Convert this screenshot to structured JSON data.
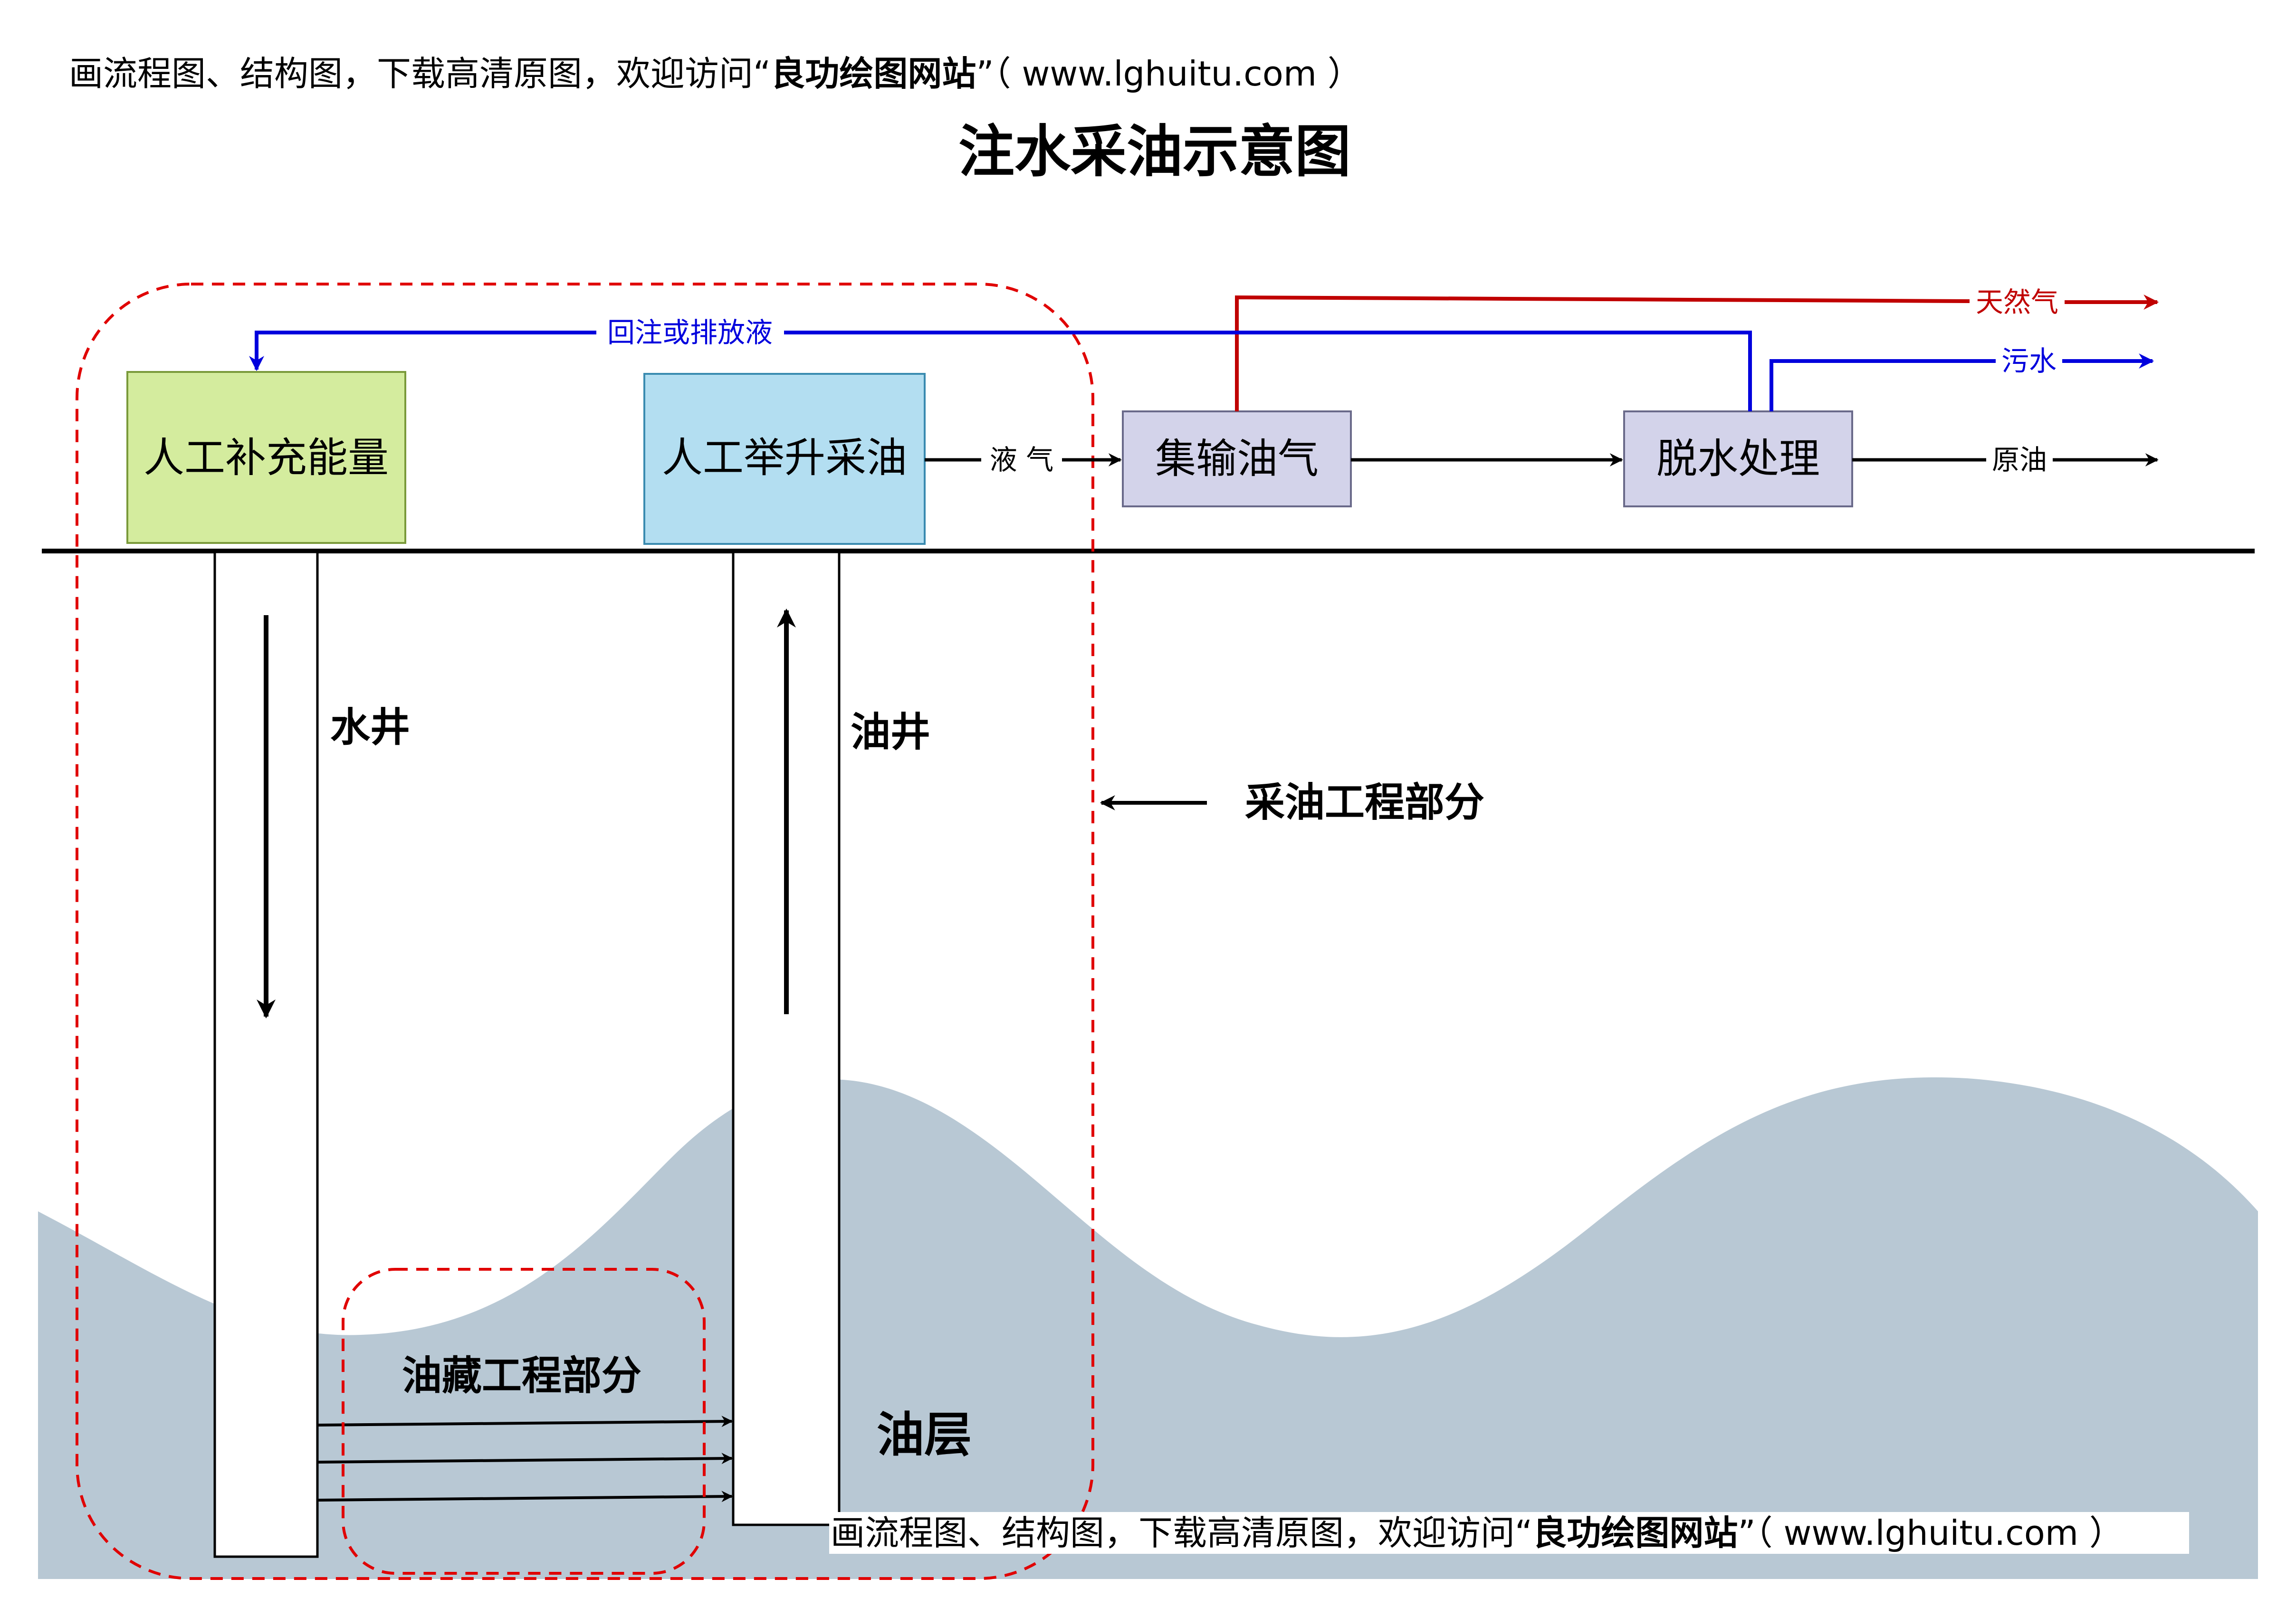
{
  "watermark": {
    "prefix": "画流程图、结构图，下载高清原图，欢迎访问“",
    "site_name": "良功绘图网站",
    "suffix": "”（ www.lghuitu.com ）"
  },
  "title": "注水采油示意图",
  "boxes": {
    "energy": "人工补充能量",
    "lift": "人工举升采油",
    "gather": "集输油气",
    "dehydrate": "脱水处理"
  },
  "flow_labels": {
    "reinject": "回注或排放液",
    "liquid_gas": "液 气",
    "natural_gas": "天然气",
    "sewage": "污水",
    "crude_oil": "原油"
  },
  "labels": {
    "water_well": "水井",
    "oil_well": "油井",
    "production_engineering": "采油工程部分",
    "reservoir_engineering": "油藏工程部分",
    "oil_layer": "油层"
  },
  "colors": {
    "energy_box_fill": "#d4ec9e",
    "energy_box_stroke": "#7a9a3a",
    "lift_box_fill": "#b3def1",
    "lift_box_stroke": "#3a8bb0",
    "process_box_fill": "#d3d3ea",
    "process_box_stroke": "#6a6a8a",
    "gas_line": "#c00000",
    "water_line": "#0000dd",
    "dashed_boundary": "#e00000",
    "reservoir_fill": "#b8c8d4"
  }
}
